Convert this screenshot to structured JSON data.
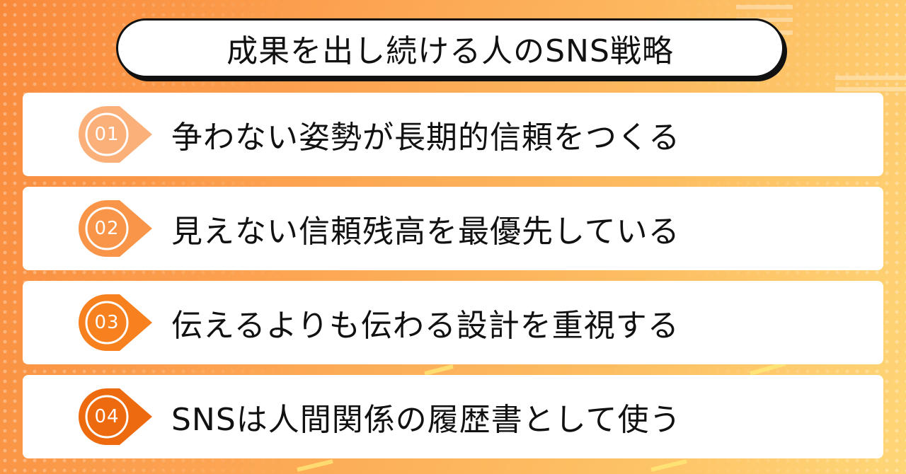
{
  "title": "成果を出し続ける人のSNS戦略",
  "items": [
    {
      "number": "01",
      "text": "争わない姿勢が長期的信頼をつくる",
      "color": "#fbb07a"
    },
    {
      "number": "02",
      "text": "見えない信頼残高を最優先している",
      "color": "#f99548"
    },
    {
      "number": "03",
      "text": "伝えるよりも伝わる設計を重視する",
      "color": "#f7801f"
    },
    {
      "number": "04",
      "text": "SNSは人間関係の履歴書として使う",
      "color": "#ee6a0f"
    }
  ],
  "colors": {
    "accent": "#f98a3c",
    "text": "#111111",
    "card": "#ffffff"
  }
}
